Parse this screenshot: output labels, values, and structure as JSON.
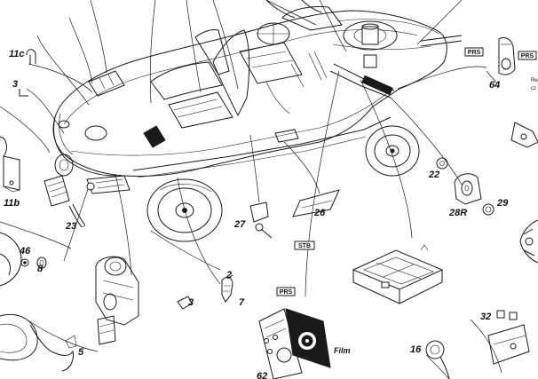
{
  "labels": {
    "p11c": "11c",
    "p3a": "3",
    "p11b": "11b",
    "p23": "23",
    "p46": "46",
    "p8": "8",
    "p5": "5",
    "p3b": "3",
    "p2": "2",
    "p7": "7",
    "p27": "27",
    "p26": "26",
    "p22": "22",
    "p28r": "28R",
    "p29": "29",
    "p64": "64",
    "p32": "32",
    "p16": "16",
    "p62": "62"
  },
  "tags": {
    "prs_top_left": "PRS",
    "prs_top_right": "PRS",
    "prs_bottom": "PRS",
    "stb": "STB",
    "film": "Film",
    "edge_text_1": "Re",
    "edge_text_2": "cz"
  },
  "colors": {
    "line": "#1a1a1a",
    "background": "#ffffff"
  }
}
